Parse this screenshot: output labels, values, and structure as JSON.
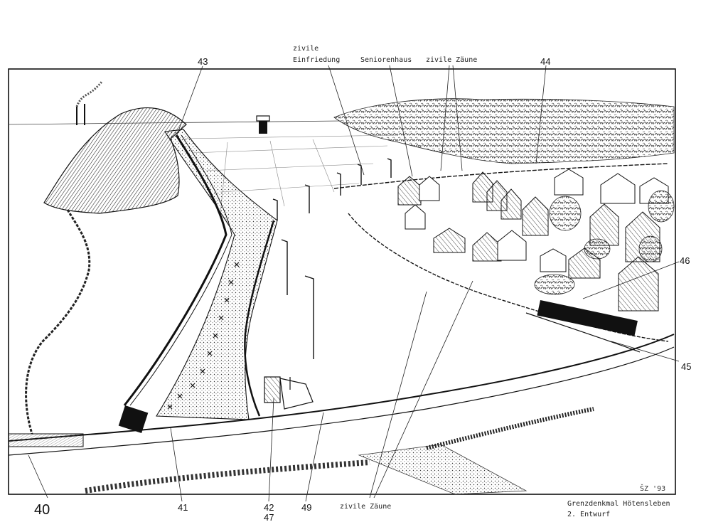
{
  "labels": {
    "top_left_word1": "zivile",
    "top_left_word2": "Einfriedung",
    "senior_house": "Seniorenhaus",
    "top_fences": "zivile Zäune",
    "bottom_fences": "zivile Zäune",
    "n43": "43",
    "n44": "44",
    "n46": "46",
    "n45": "45",
    "n40": "40",
    "n41": "41",
    "n42": "42",
    "n47": "47",
    "n49": "49",
    "signature": "ŠZ '93"
  },
  "caption": {
    "title": "Grenzdenkmal Hötensleben",
    "subtitle": "2. Entwurf"
  }
}
